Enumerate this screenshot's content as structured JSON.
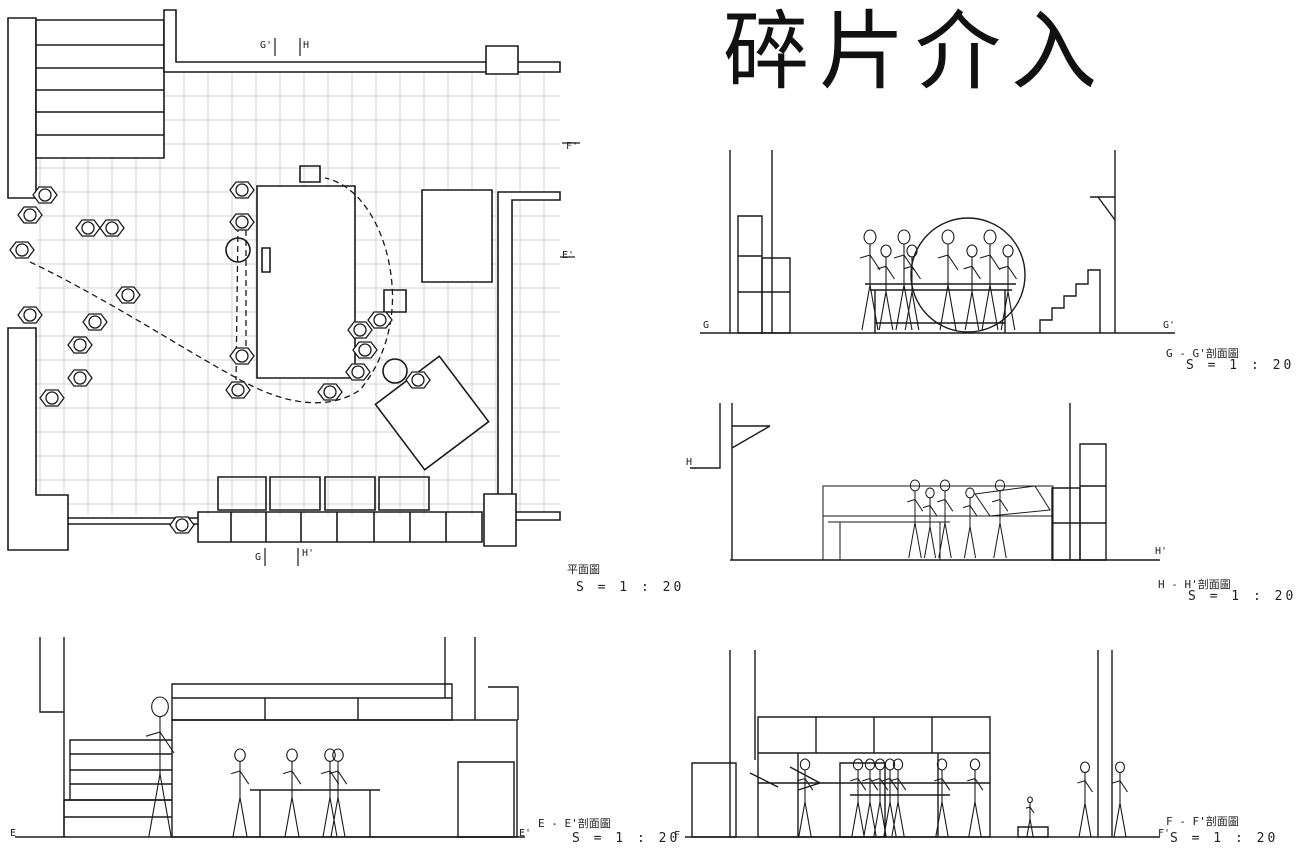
{
  "title": "碎片介入",
  "plan": {
    "label": "平面圖",
    "scale": "S = 1 : 20",
    "markers": {
      "g_top": "G'",
      "h_top": "H",
      "g_bottom": "G",
      "h_bottom": "H'",
      "f_right": "F'",
      "e_right": "E'"
    }
  },
  "sections": {
    "gg": {
      "label": "G - G'剖面圖",
      "scale": "S = 1 : 20",
      "left_mark": "G",
      "right_mark": "G'"
    },
    "hh": {
      "label": "H - H'剖面圖",
      "scale": "S = 1 : 20",
      "left_mark": "H",
      "right_mark": "H'"
    },
    "ee": {
      "label": "E - E'剖面圖",
      "scale": "S = 1 : 20",
      "left_mark": "E",
      "right_mark": "E'"
    },
    "ff": {
      "label": "F - F'剖面圖",
      "scale": "S = 1 : 20",
      "left_mark": "F",
      "right_mark": "F'"
    }
  },
  "colors": {
    "ink": "#1a1a1a",
    "grid": "#d8d8d8",
    "paper": "#ffffff"
  }
}
